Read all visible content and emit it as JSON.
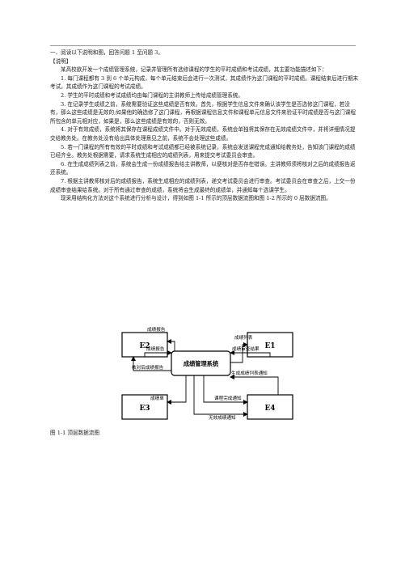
{
  "heading": "一、阅读以下说明和图，回答问题 1 至问题 3。",
  "shuoming": "【说明】",
  "intro": "某高校欲开发一个成绩管理系统，记录并管理所有选修课程的学生的平时成绩和考试成绩，其主要功能描述如下：",
  "items": [
    "1. 每门课程都有 3 到 6 个单元构成，每个单元结束后会进行一次测试，其成绩作为这门课程的平时成绩。课程结束后进行期末考试，其成绩作为这门课程的考试成绩。",
    "2. 学生的平时成绩和考试成绩均由每门课程的主讲教师上传给成绩管理系统。",
    "3. 在记录学生成绩之前，系统需要验证这些成绩是否有效。首先，根据学生信息文件来确认该学生是否选修这门课程，若没有，那么这些成绩是无效的;如果他的确选修了这门课程，再根据课程信息文件和课程单元信息文件来验证平时成绩是否与这门课程所包含的单元相对应，如果是，那么这些成绩是有效的，否则无效。",
    "4. 对于有效成绩，系统将其保存在课程成绩文件中。对于无效成绩，系统会单独将其保存在无效成绩文件中，并将详细情况提交给教务处。在教务处没有给出具体处理意见之前，系统不会处理这些成绩。",
    "5. 若一门课程的所有有效的平时成绩和考试成绩都已经被系统记录，系统会发送课程完成通知给教务处，告知该门课程的成绩已经齐全。教务处根据需要，请求系统生成相应的成绩列表，用来提交考试委员会审查。",
    "6. 在生成成绩列表之前，系统会生成一份成绩报告给主讲教师，以便核对是否存在错误。主讲教师须将核对之后的成绩报告返还系统。",
    "7. 根据主讲教师核对后的成绩报告，系统生成相应的成绩列表，递交考试委员会进行审查。考试委员会在审查之后，上交一份成绩审查结果给系统。对于所有通过审查的成绩，系统将会生成最终的成绩单，并通知每个选课学生。"
  ],
  "closing": "现采用结构化方法对这个系统进行分析与设计，得到如图 1-1 所示的顶层数据流图和图 1-2 所示的 0 层数据流图。",
  "diagram": {
    "system": "成绩管理系统",
    "e1": "E1",
    "e2": "E2",
    "e3": "E3",
    "e4": "E4",
    "flows": {
      "report_top": "成绩报告",
      "report_mid": "成绩报告",
      "checked_report": "核对后成绩报告",
      "grade_list": "成绩列表",
      "review_result": "成绩审查结果",
      "gen_list_notice": "生成成绩列表通知",
      "transcript": "成绩单",
      "course_done": "课程完成通知",
      "invalid_notice": "无效成绩通知"
    }
  },
  "caption": "图 1-1  顶层数据流图"
}
